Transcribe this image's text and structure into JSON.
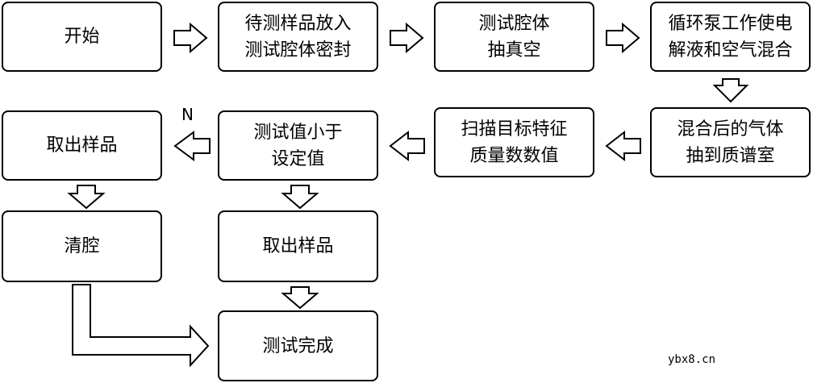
{
  "flowchart": {
    "steps": {
      "start": "开始",
      "place_sample": "待测样品放入\n测试腔体密封",
      "vacuum": "测试腔体\n抽真空",
      "pump_mix": "循环泵工作使电\n解液和空气混合",
      "draw_gas": "混合后的气体\n抽到质谱室",
      "scan": "扫描目标特征\n质量数数值",
      "decision": "测试值小于\n设定值",
      "remove_sample_left": "取出样品",
      "clean": "清腔",
      "remove_sample_mid": "取出样品",
      "done": "测试完成"
    },
    "no_label": "N"
  },
  "watermark": "ybx8.cn",
  "colors": {
    "stroke": "#000000",
    "fill": "#ffffff"
  }
}
